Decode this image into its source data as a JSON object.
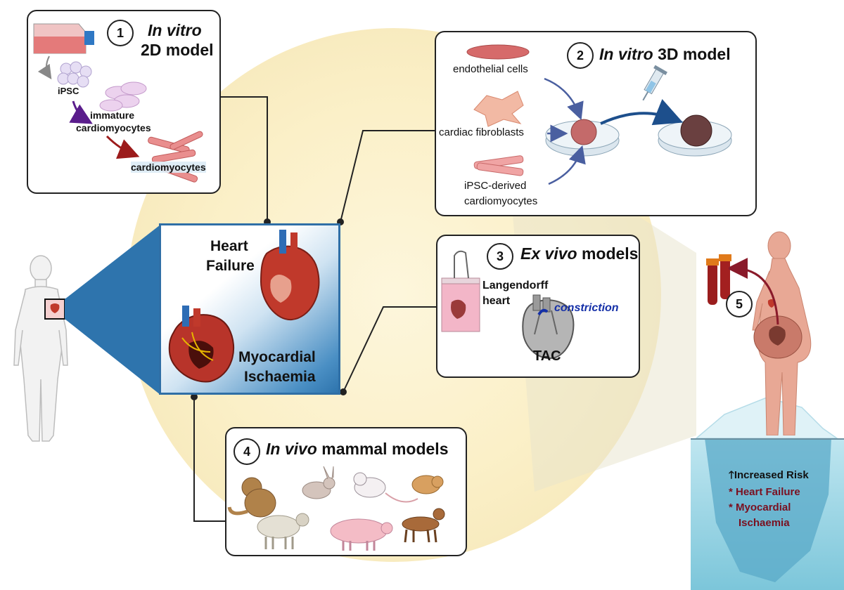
{
  "panels": {
    "p1": {
      "number": "1",
      "title_italic": "In vitro",
      "title_rest": "2D model",
      "labels": {
        "ipsc": "iPSC",
        "immature_1": "immature",
        "immature_2": "cardiomyocytes",
        "cardiomyocytes": "cardiomyocytes"
      }
    },
    "p2": {
      "number": "2",
      "title_italic": "In vitro",
      "title_rest": "3D model",
      "labels": {
        "endothelial": "endothelial cells",
        "fibroblasts": "cardiac fibroblasts",
        "ipsc_1": "iPSC-derived",
        "ipsc_2": "cardiomyocytes"
      }
    },
    "p3": {
      "number": "3",
      "title_italic": "Ex vivo",
      "title_rest": "models",
      "labels": {
        "langendorff_1": "Langendorff",
        "langendorff_2": "heart",
        "constriction": "constriction",
        "tac": "TAC"
      }
    },
    "p4": {
      "number": "4",
      "title_italic": "In vivo",
      "title_rest": "mammal models"
    },
    "p5": {
      "number": "5"
    }
  },
  "center": {
    "heart_failure_1": "Heart",
    "heart_failure_2": "Failure",
    "ischaemia_1": "Myocardial",
    "ischaemia_2": "Ischaemia"
  },
  "risk": {
    "arrow": "🡑",
    "title": "Increased Risk",
    "item1": "* Heart Failure",
    "item2_1": "* Myocardial",
    "item2_2": "Ischaemia"
  },
  "colors": {
    "accent_blue": "#2f6fa6",
    "glow": "#fbf1cf",
    "risk_red": "#7a1020",
    "constriction_blue": "#1530a8",
    "cell_pink": "#d86a6a"
  }
}
